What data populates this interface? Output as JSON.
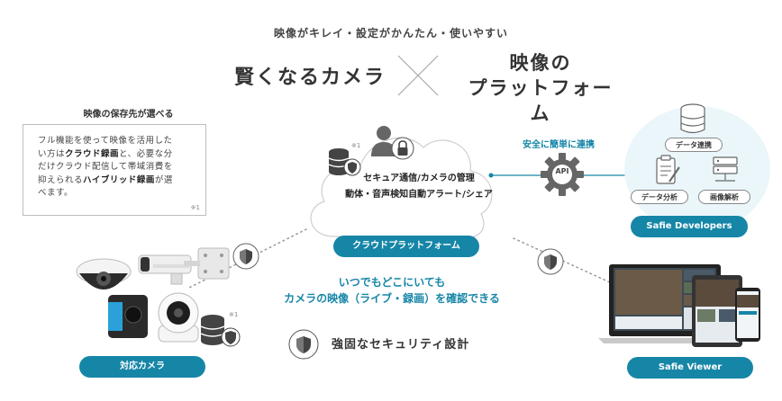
{
  "tagline": "映像がキレイ・設定がかんたん・使いやすい",
  "headline_left": "賢くなるカメラ",
  "headline_right_1": "映像の",
  "headline_right_2": "プラットフォーム",
  "storage": {
    "title": "映像の保存先が選べる",
    "line1": "フル機能を使って映像を活用した",
    "line2a": "い方は",
    "line2b": "クラウド録画",
    "line2c": "と、必要な分",
    "line3": "だけクラウド配信して帯域消費を",
    "line4a": "抑えられる",
    "line4b": "ハイブリッド録画",
    "line4c": "が選",
    "line5": "べます。",
    "note": "※1"
  },
  "cloud": {
    "line1": "セキュア通信/カメラの管理",
    "line2": "動体・音声検知自動アラート/シェア",
    "button": "クラウドプラットフォーム",
    "note": "※1"
  },
  "api_caption": "安全に簡単に連携",
  "api_gear": "API",
  "developers": {
    "data_link": "データ連携",
    "data_analysis": "データ分析",
    "image_analysis": "画像解析",
    "button": "Safie Developers"
  },
  "middle_caption_1": "いつでもどこにいても",
  "middle_caption_2": "カメラの映像（ライブ・録画）を確認できる",
  "security": "強固なセキュリティ設計",
  "camera_button": "対応カメラ",
  "camera_note": "※1",
  "viewer_button": "Safie Viewer",
  "colors": {
    "accent": "#1686a7",
    "circle_bg": "#eaf6fa"
  },
  "icons": [
    "database-icon",
    "user-icon",
    "lock-icon",
    "shield-icon",
    "gear-icon",
    "clipboard-icon",
    "server-icon"
  ]
}
